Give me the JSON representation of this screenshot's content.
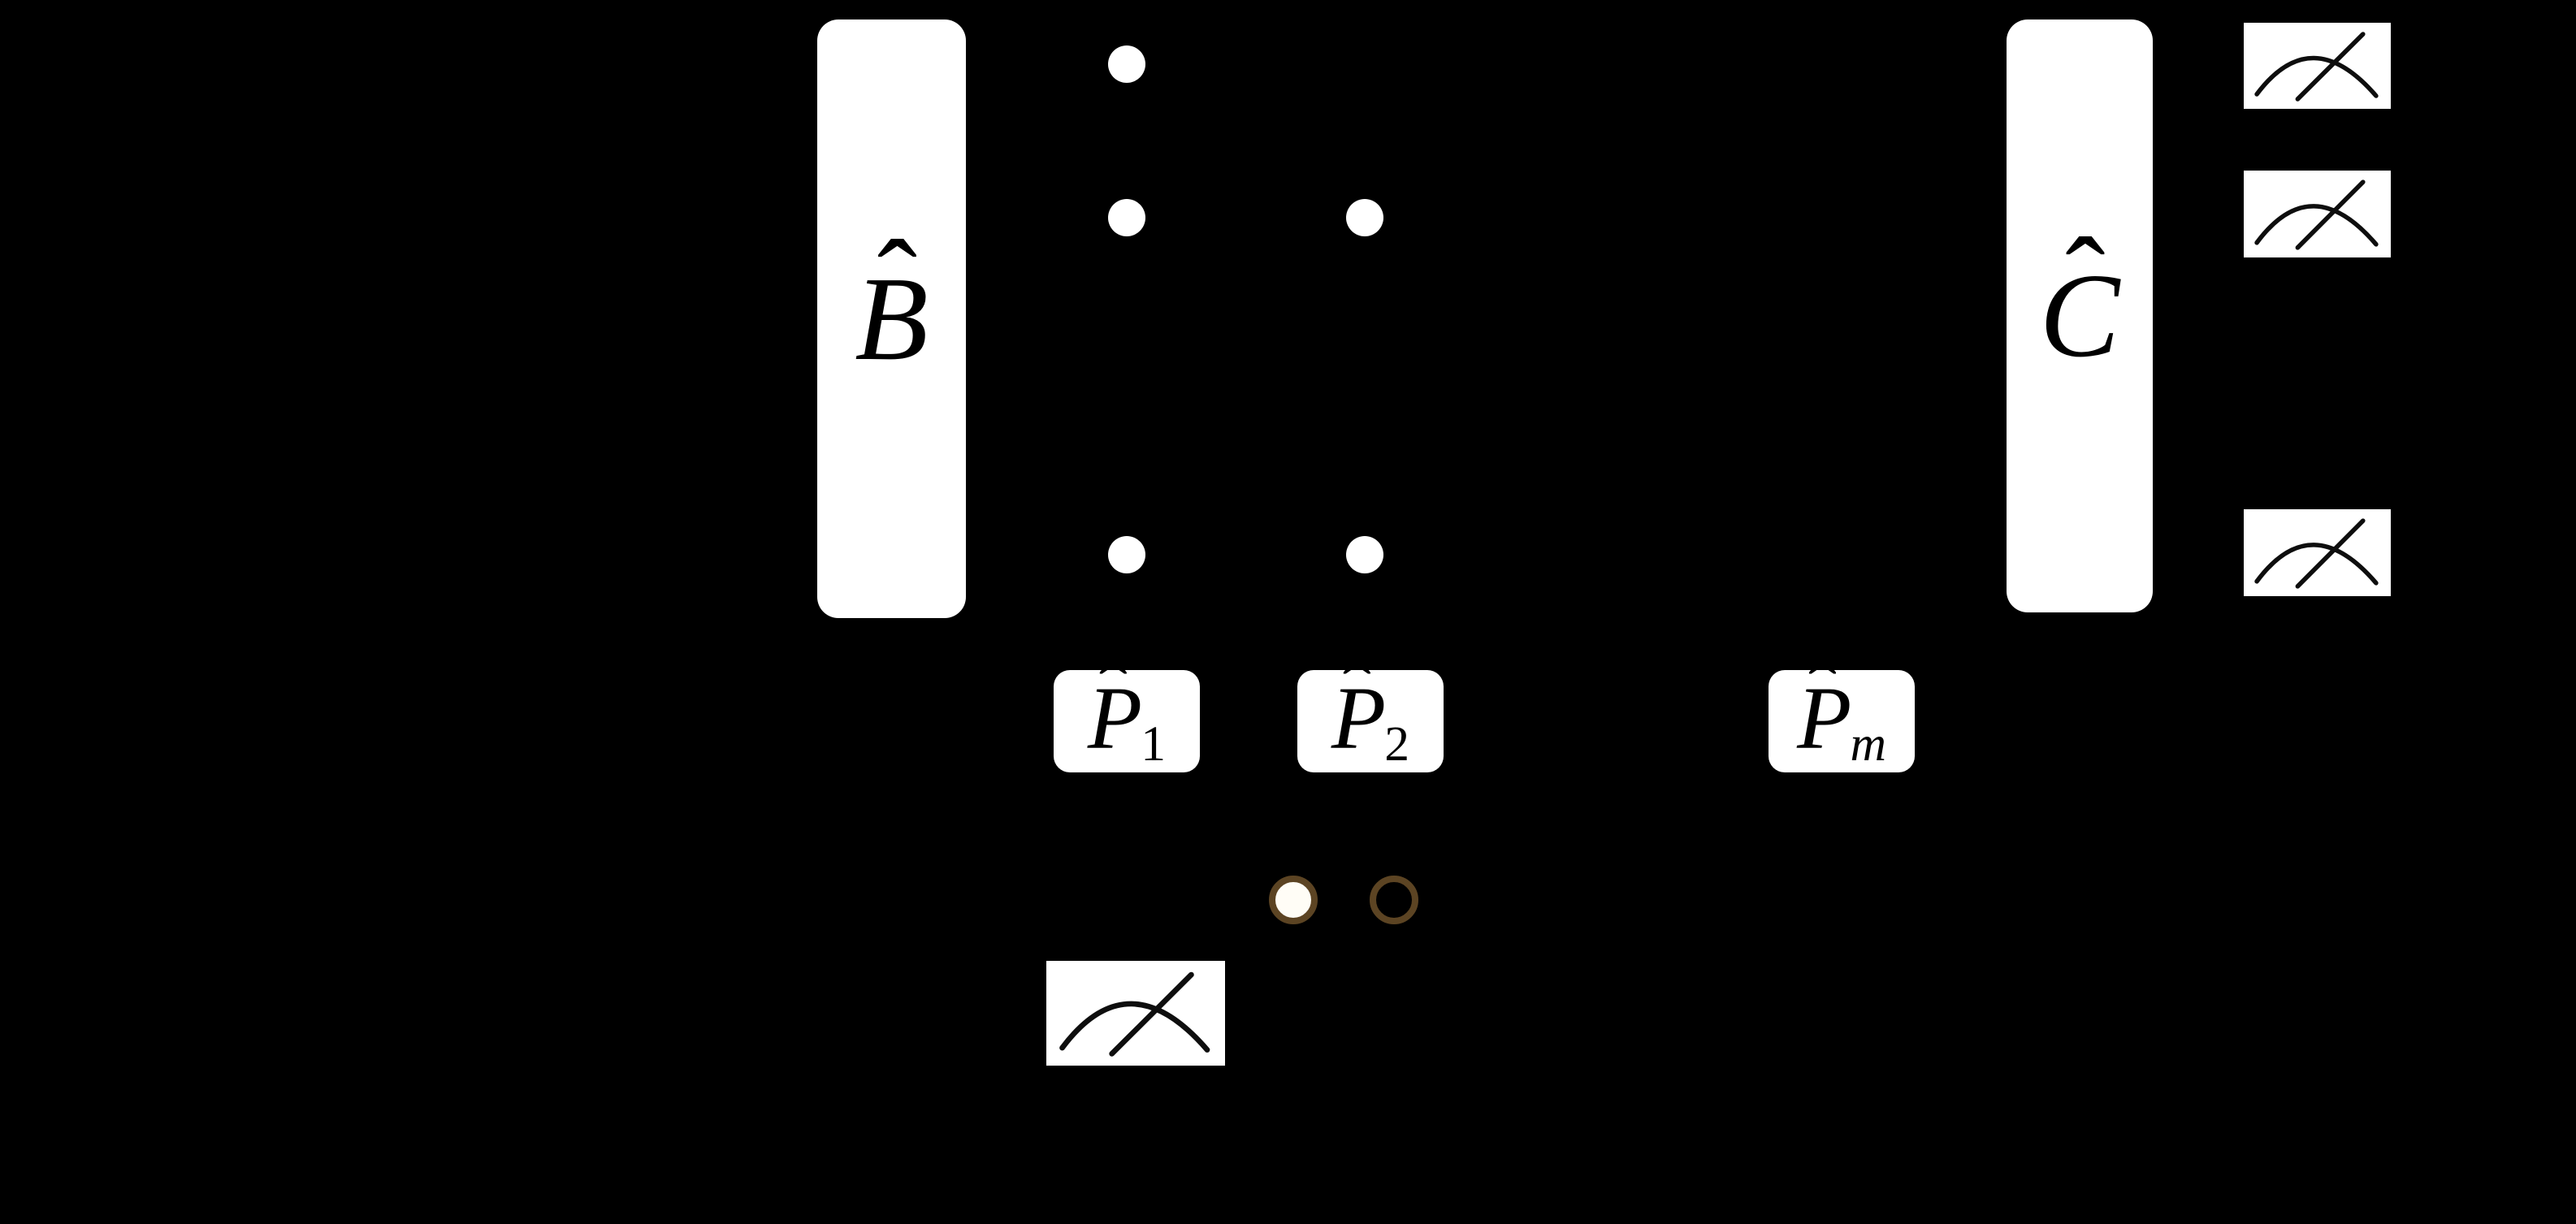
{
  "page": {
    "kind": "quantum-optics interferometer diagram",
    "background": "#000000"
  },
  "colors": {
    "background": "#000000",
    "box-fill": "#ffffff",
    "glyph": "#000000",
    "meter-stroke": "#0e0e0e",
    "indicator-ring": "#5c4423",
    "indicator-filled-fill": "#fffdf6",
    "indicator-hollow-fill": "#000000",
    "dot": "#ffffff"
  },
  "operators": {
    "B": {
      "letter": "B",
      "hat": "ˆ"
    },
    "C": {
      "letter": "C",
      "hat": "ˆ"
    },
    "P1": {
      "letter": "P",
      "hat": "ˆ",
      "sub": "1"
    },
    "P2": {
      "letter": "P",
      "hat": "ˆ",
      "sub": "2"
    },
    "Pm": {
      "letter": "P",
      "hat": "ˆ",
      "sub": "m"
    }
  },
  "icons": {
    "detector": "analog-meter-icon",
    "mode_dot": "white-dot",
    "indicator_filled": "brown-ring-filled-circle",
    "indicator_hollow": "brown-ring-hollow-circle"
  },
  "counts": {
    "mode_dots": 5,
    "detectors_right_column": 3,
    "detectors_bottom": 1,
    "indicator_circles": 2
  }
}
